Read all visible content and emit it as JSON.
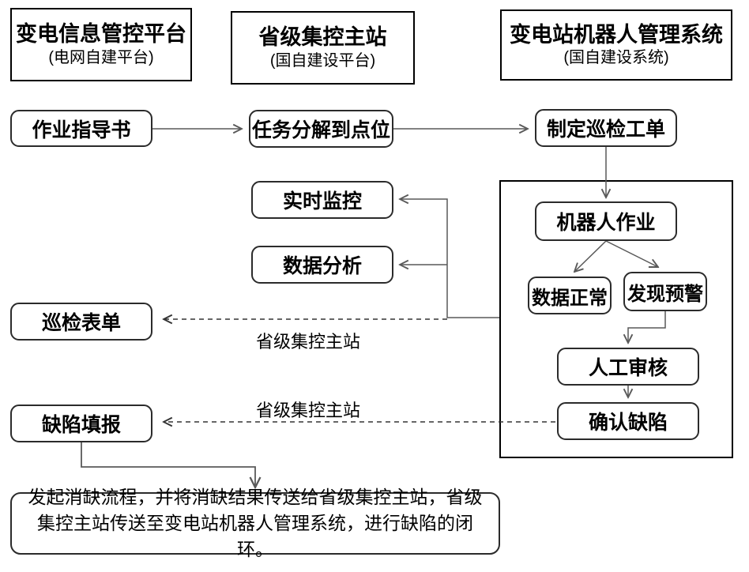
{
  "headers": [
    {
      "title": "变电信息管控平台",
      "subtitle": "(电网自建平台)"
    },
    {
      "title": "省级集控主站",
      "subtitle": "(国自建设平台)"
    },
    {
      "title": "变电站机器人管理系统",
      "subtitle": "(国自建设系统)"
    }
  ],
  "nodes": {
    "work_guide": "作业指导书",
    "task_decompose": "任务分解到点位",
    "create_order": "制定巡检工单",
    "robot_work": "机器人作业",
    "data_normal": "数据正常",
    "alarm_found": "发现预警",
    "manual_review": "人工审核",
    "confirm_defect": "确认缺陷",
    "realtime_monitor": "实时监控",
    "data_analysis": "数据分析",
    "inspection_form": "巡检表单",
    "defect_report": "缺陷填报"
  },
  "edge_labels": {
    "to_inspection_form": "省级集控主站",
    "to_defect_report": "省级集控主站"
  },
  "bottom_note": "发起消缺流程，并将消缺结果传送给省级集控主站，省级集控主站传送至变电站机器人管理系统，进行缺陷的闭环。",
  "colors": {
    "line": "#595959",
    "dashed_line": "#333333",
    "border": "#000000",
    "background": "#ffffff"
  }
}
